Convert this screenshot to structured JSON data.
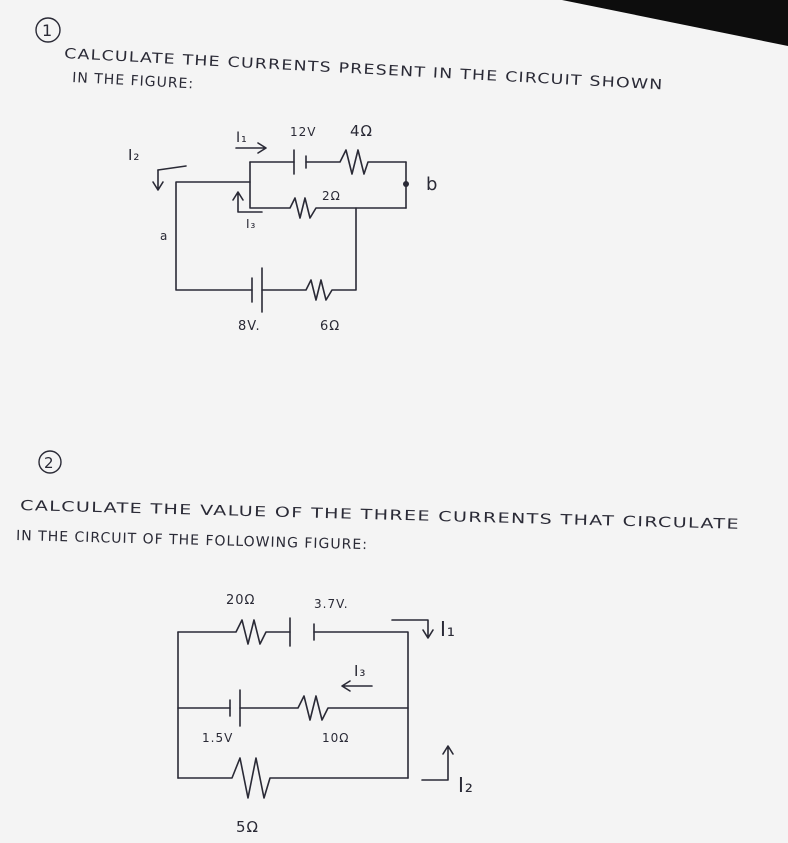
{
  "problem1": {
    "number": "1",
    "line1": "CALCULATE THE CURRENTS PRESENT IN THE CIRCUIT SHOWN",
    "line2": "IN THE FIGURE:",
    "labels": {
      "I1": "I₁",
      "I2": "I₂",
      "I3": "I₃",
      "v12": "12V",
      "r4": "4Ω",
      "r2": "2Ω",
      "v8": "8V.",
      "r6": "6Ω",
      "node_a": "a",
      "node_b": "b"
    }
  },
  "problem2": {
    "number": "2",
    "line1": "CALCULATE THE VALUE OF THE THREE CURRENTS THAT CIRCULATE",
    "line2": "IN THE CIRCUIT OF THE FOLLOWING FIGURE:",
    "labels": {
      "r20": "20Ω",
      "v37": "3.7V.",
      "I1": "I₁",
      "I3": "I₃",
      "v15": "1.5V",
      "r10": "10Ω",
      "I2": "I₂",
      "r5": "5Ω"
    }
  }
}
